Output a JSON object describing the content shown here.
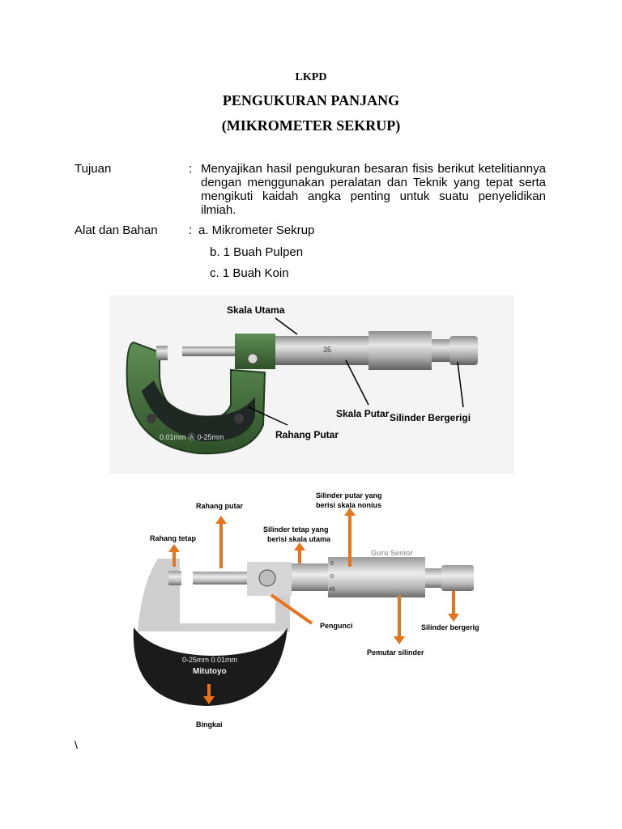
{
  "title": {
    "line1": "LKPD",
    "line2": "PENGUKURAN PANJANG",
    "line3": "(MIKROMETER SEKRUP)"
  },
  "tujuan": {
    "label": "Tujuan",
    "colon": ":",
    "text": "Menyajikan hasil pengukuran besaran fisis berikut ketelitiannya dengan menggunakan peralatan dan Teknik yang tepat serta mengikuti kaidah angka penting untuk suatu penyelidikan ilmiah."
  },
  "alat": {
    "label": "Alat dan Bahan",
    "colon": ":",
    "items": [
      "a. Mikrometer Sekrup",
      "b. 1 Buah Pulpen",
      "c. 1 Buah Koin"
    ]
  },
  "figure1": {
    "labels": {
      "skala_utama": "Skala Utama",
      "skala_putar": "Skala Putar",
      "rahang_putar": "Rahang Putar",
      "silinder_bergerigi": "Silinder Bergerigi"
    },
    "frame_text": "0.01mm   Ⓐ   0-25mm",
    "scale_mark": "35",
    "colors": {
      "frame": "#3f6b3a",
      "frame_dark": "#1e2a22",
      "accent_arrow": "#000000"
    }
  },
  "figure2": {
    "labels": {
      "rahang_putar": "Rahang putar",
      "rahang_tetap": "Rahang tetap",
      "silinder_putar_1": "Silinder putar yang",
      "silinder_putar_2": "berisi skala nonius",
      "silinder_tetap_1": "Silinder tetap yang",
      "silinder_tetap_2": "berisi skala utama",
      "pengunci": "Pengunci",
      "pemutar": "Pemutar silinder",
      "silinder_bergerig": "Silinder bergerig",
      "bingkai": "Bingkai",
      "watermark": "Guru Senior"
    },
    "frame_text_1": "0-25mm   0.01mm",
    "frame_text_2": "Mitutoyo",
    "scale_marks": [
      "5",
      "0",
      "45"
    ],
    "colors": {
      "frame": "#1b1b1b",
      "arrow": "#e8731a"
    }
  },
  "footer": {
    "mark": "\\"
  }
}
